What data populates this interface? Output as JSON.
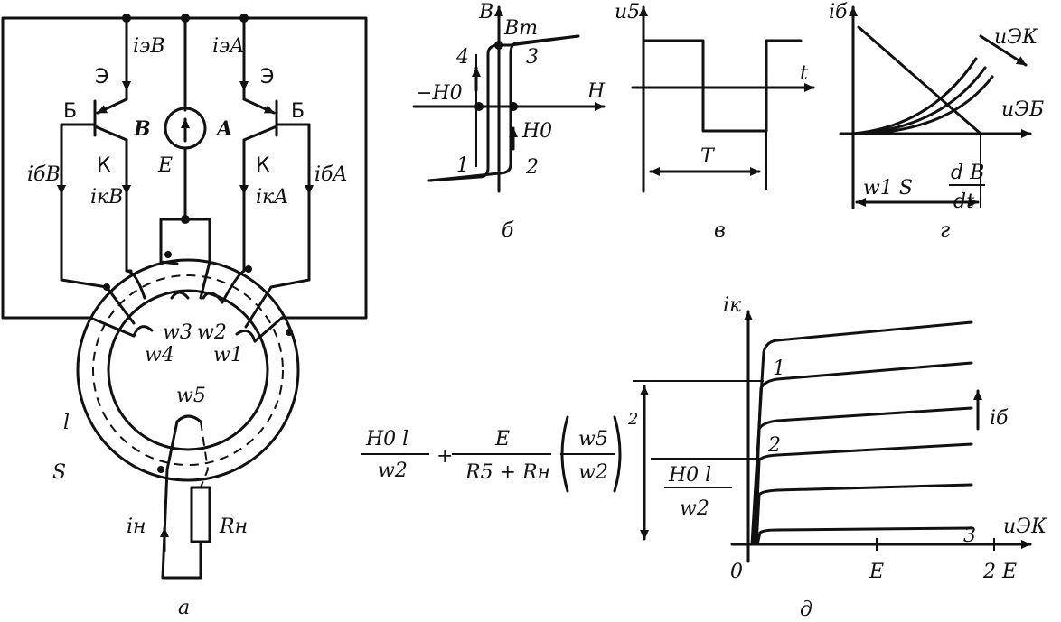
{
  "circuit": {
    "emitter_current_B": "iэB",
    "emitter_current_A": "iэA",
    "emitter_label": "Э",
    "base_label": "Б",
    "collector_label": "К",
    "transistor_B": "B",
    "transistor_A": "A",
    "source_label": "E",
    "base_current_B": "iбB",
    "base_current_A": "iбA",
    "collector_current_B": "iкB",
    "collector_current_A": "iкA",
    "winding_3": "w3",
    "winding_2": "w2",
    "winding_4": "w4",
    "winding_1": "w1",
    "winding_5": "w5",
    "core_length_label": "l",
    "core_area_label": "S",
    "load_current": "iн",
    "load_resistor": "Rн",
    "caption": "а"
  },
  "hysteresis": {
    "b_axis": "B",
    "bm_label": "Bm",
    "h_axis": "H",
    "minus_h0": "−H0",
    "h0": "H0",
    "point_1": "1",
    "point_2": "2",
    "point_3": "3",
    "point_4": "4",
    "caption": "б"
  },
  "waveform": {
    "u_axis": "u5",
    "t_axis": "t",
    "period_label": "T",
    "caption": "в"
  },
  "input_char": {
    "i_axis": "iб",
    "u_axis": "uЭБ",
    "param_label": "uЭК",
    "formula_left": "w1 S",
    "formula_num": "d B",
    "formula_den": "dt",
    "caption": "г"
  },
  "output_char": {
    "i_axis": "iк",
    "u_axis": "uЭК",
    "param_arrow_label": "iб",
    "curve_1": "1",
    "curve_2": "2",
    "curve_3": "3",
    "tick_0": "0",
    "tick_E": "E",
    "tick_2E": "2 E",
    "level_expr": {
      "h0l": "H0 l",
      "w2": "w2",
      "plus": "+",
      "E": "E",
      "den": "R5 + Rн",
      "w5": "w5",
      "w2b": "w2",
      "sq": "2"
    },
    "low_level_num": "H0 l",
    "low_level_den": "w2",
    "caption": "д"
  }
}
